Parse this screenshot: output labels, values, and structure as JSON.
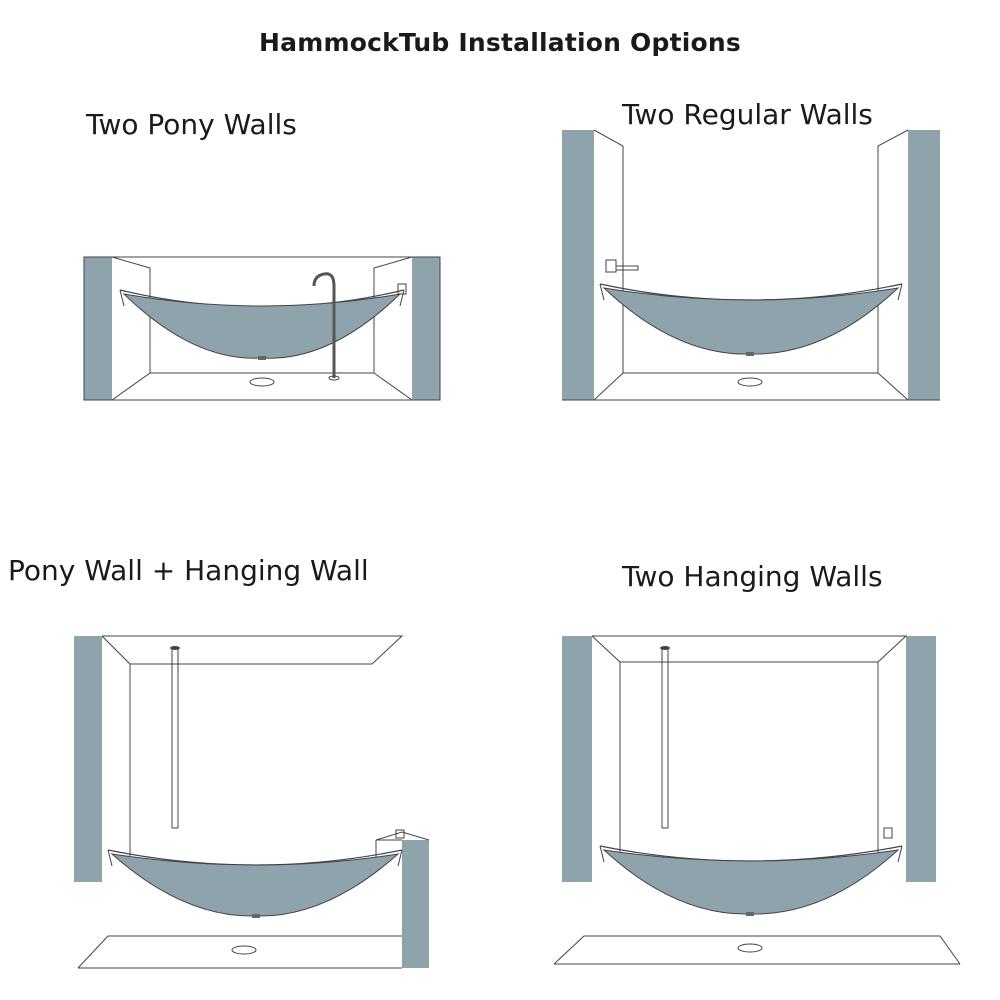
{
  "title": "HammockTub Installation Options",
  "colors": {
    "wall": "#8fa3ad",
    "tub": "#8fa3ad",
    "line": "#444444",
    "background": "#ffffff"
  },
  "options": [
    {
      "label": "Two Pony Walls"
    },
    {
      "label": "Two Regular Walls"
    },
    {
      "label": "Pony Wall + Hanging Wall"
    },
    {
      "label": "Two Hanging Walls"
    }
  ]
}
